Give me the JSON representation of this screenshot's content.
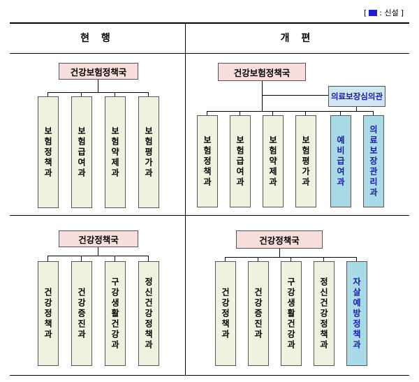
{
  "legend": {
    "bracket_open": "[",
    "label": ": 신설",
    "bracket_close": "]",
    "color": "#1f1fd0"
  },
  "headers": {
    "current": "현 행",
    "reorganized": "개 편"
  },
  "sections": {
    "current_top": {
      "bureau": "건강보험정책국",
      "depts": [
        "보험정책과",
        "보험급여과",
        "보험약제과",
        "보험평가과"
      ]
    },
    "new_top": {
      "bureau": "건강보험정책국",
      "sub_office": "의료보장심의관",
      "depts": [
        "보험정책과",
        "보험급여과",
        "보험약제과",
        "보험평가과"
      ],
      "new_depts": [
        "예비급여과",
        "의료보장관리과"
      ]
    },
    "current_bottom": {
      "bureau": "건강정책국",
      "depts": [
        "건강정책과",
        "건강증진과",
        "구강생활건강과",
        "정신건강정책과"
      ]
    },
    "new_bottom": {
      "bureau": "건강정책국",
      "depts": [
        "건강정책과",
        "건강증진과",
        "구강생활건강과",
        "정신건강정책과"
      ],
      "new_depts": [
        "자살예방정책과"
      ]
    }
  },
  "colors": {
    "bureau_fill": "#f9dede",
    "dept_fill": "#eef3df",
    "new_dept_fill": "#a9dbe6",
    "new_text": "#1a1ab0"
  }
}
